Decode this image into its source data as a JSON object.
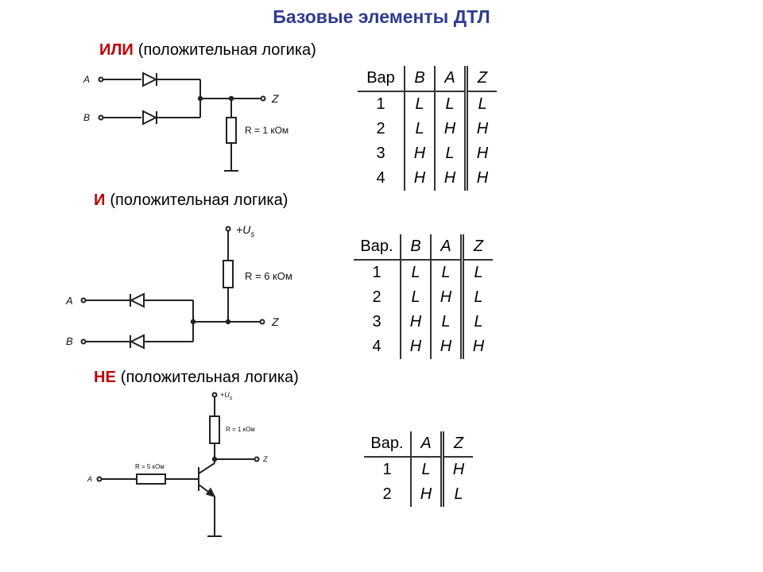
{
  "title": "Базовые элементы ДТЛ",
  "or_section": {
    "keyword": "ИЛИ",
    "subtitle": "(положительная логика)",
    "circuit": {
      "input_a": "A",
      "input_b": "B",
      "output": "Z",
      "resistor": "R = 1 кОм"
    },
    "table": {
      "headers": [
        "Вар",
        "B",
        "A",
        "Z"
      ],
      "rows": [
        [
          "1",
          "L",
          "L",
          "L"
        ],
        [
          "2",
          "L",
          "H",
          "H"
        ],
        [
          "3",
          "H",
          "L",
          "H"
        ],
        [
          "4",
          "H",
          "H",
          "H"
        ]
      ]
    }
  },
  "and_section": {
    "keyword": "И",
    "subtitle": "(положительная логика)",
    "circuit": {
      "input_a": "A",
      "input_b": "B",
      "output": "Z",
      "supply": "+U",
      "supply_sub": "s",
      "resistor": "R = 6 кОм"
    },
    "table": {
      "headers": [
        "Вар.",
        "B",
        "A",
        "Z"
      ],
      "rows": [
        [
          "1",
          "L",
          "L",
          "L"
        ],
        [
          "2",
          "L",
          "H",
          "L"
        ],
        [
          "3",
          "H",
          "L",
          "L"
        ],
        [
          "4",
          "H",
          "H",
          "H"
        ]
      ]
    }
  },
  "not_section": {
    "keyword": "НЕ",
    "subtitle": "(положительная логика)",
    "circuit": {
      "input_a": "A",
      "output": "Z",
      "supply": "+U",
      "supply_sub": "s",
      "resistor_collector": "R = 1 кОм",
      "resistor_base": "R = 5 кОм"
    },
    "table": {
      "headers": [
        "Вар.",
        "A",
        "Z"
      ],
      "rows": [
        [
          "1",
          "L",
          "H"
        ],
        [
          "2",
          "H",
          "L"
        ]
      ]
    }
  }
}
